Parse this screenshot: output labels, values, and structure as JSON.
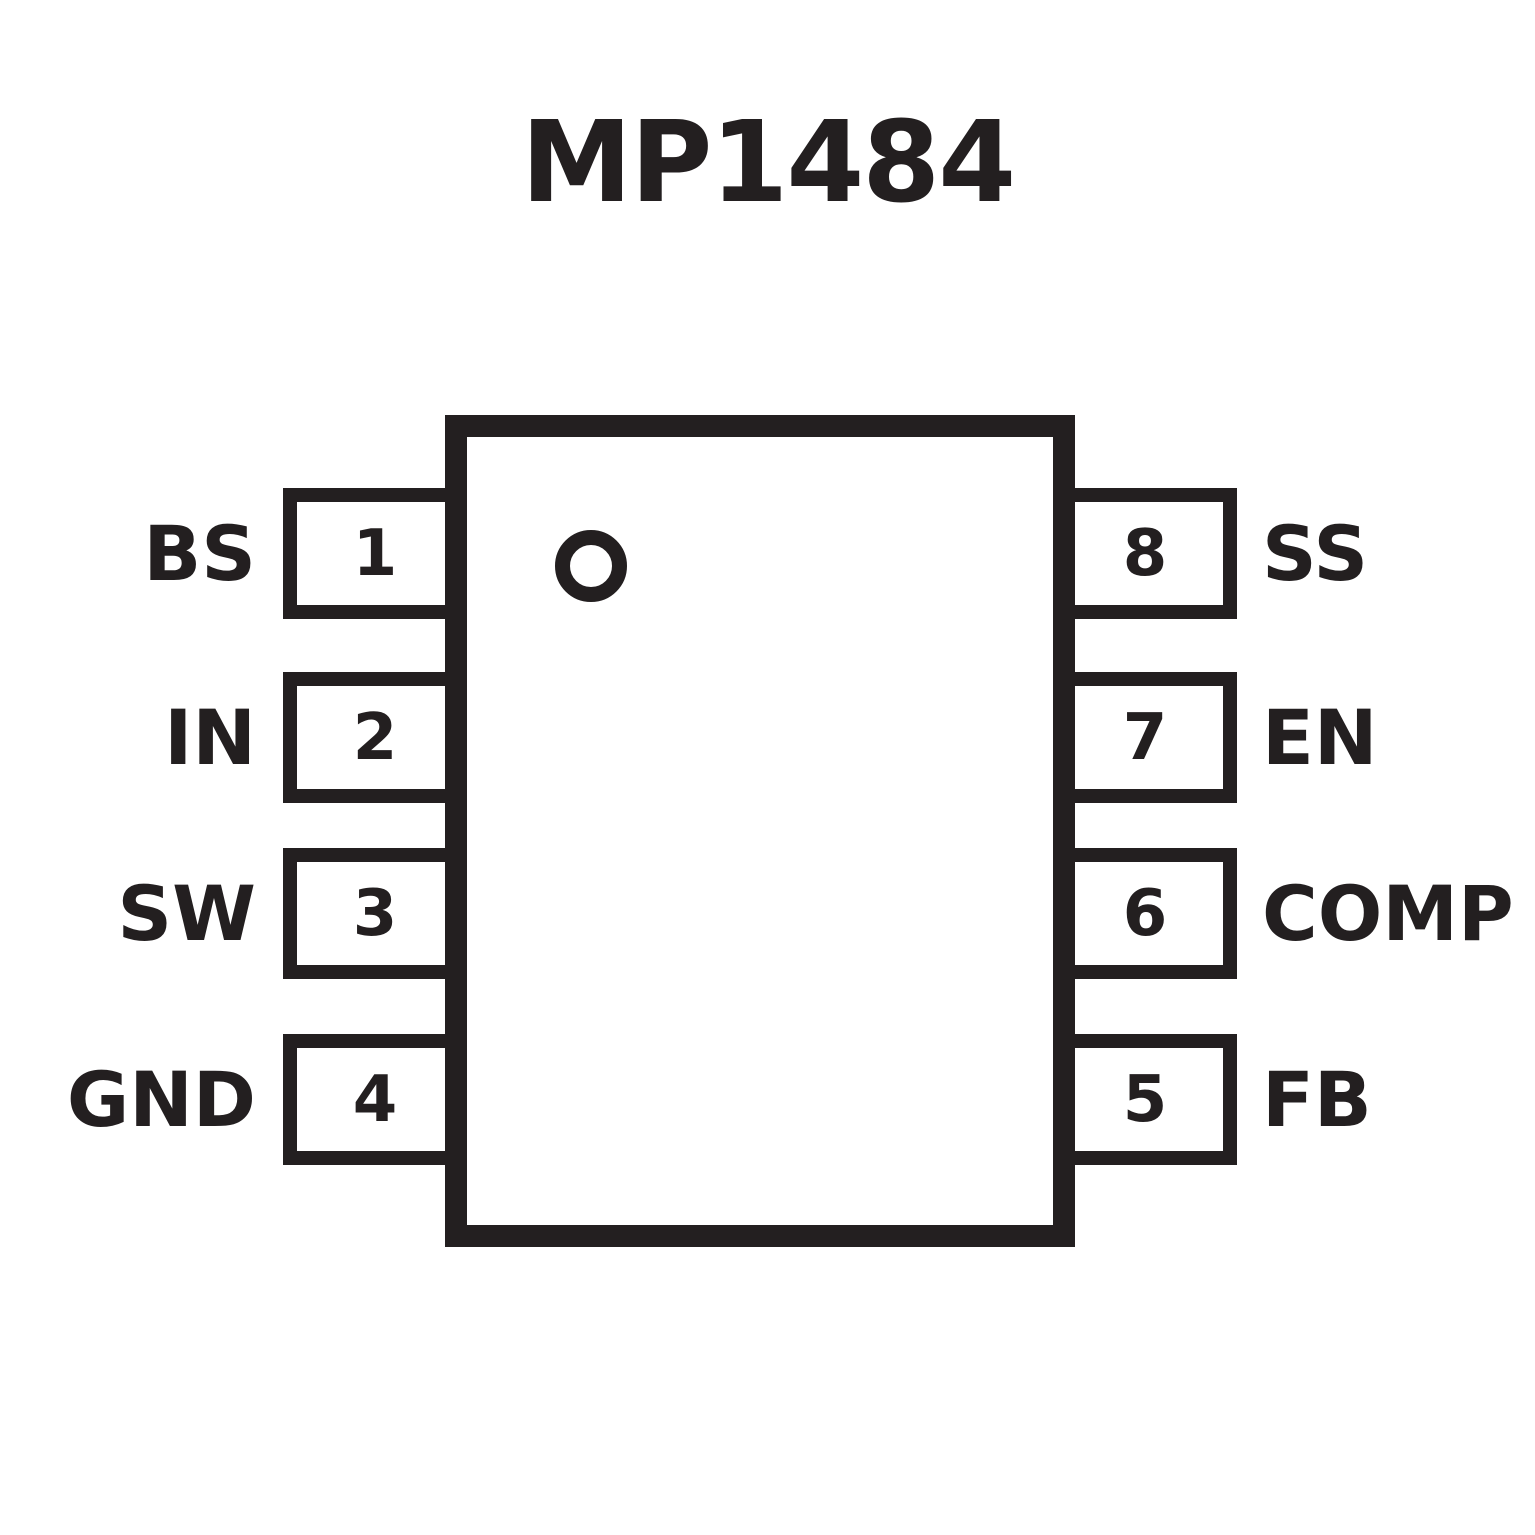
{
  "title": "MP1484",
  "chip": {
    "package": "8-pin",
    "left_pins": [
      {
        "number": "1",
        "label": "BS"
      },
      {
        "number": "2",
        "label": "IN"
      },
      {
        "number": "3",
        "label": "SW"
      },
      {
        "number": "4",
        "label": "GND"
      }
    ],
    "right_pins": [
      {
        "number": "8",
        "label": "SS"
      },
      {
        "number": "7",
        "label": "EN"
      },
      {
        "number": "6",
        "label": "COMP"
      },
      {
        "number": "5",
        "label": "FB"
      }
    ]
  },
  "colors": {
    "ink": "#231f20",
    "background": "#ffffff"
  }
}
